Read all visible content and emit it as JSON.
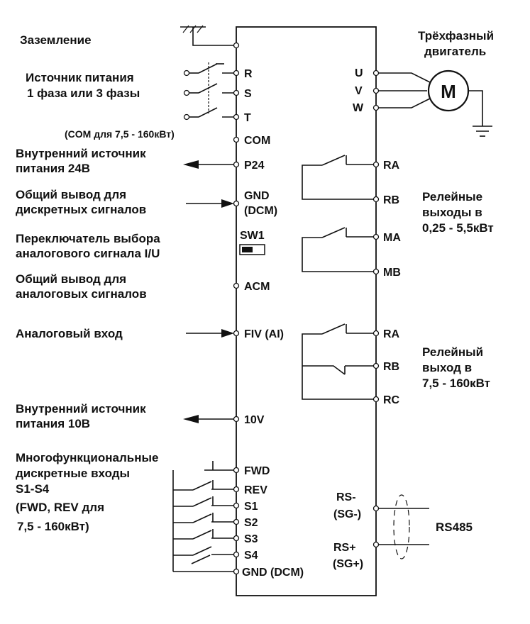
{
  "colors": {
    "line": "#111111",
    "background": "#ffffff"
  },
  "left_labels": {
    "ground": "Заземление",
    "power_1": "Источник питания",
    "power_2": "1 фаза или 3 фазы",
    "com_note": "(COM для 7,5 - 160кВт)",
    "p24_1": "Внутренний источник",
    "p24_2": "питания 24В",
    "gnd_1": "Общий вывод для",
    "gnd_2": "дискретных сигналов",
    "sw_1": "Переключатель выбора",
    "sw_2": "аналогового сигнала I/U",
    "acm_1": "Общий вывод для",
    "acm_2": "аналоговых сигналов",
    "ai": "Аналоговый вход",
    "v10_1": "Внутренний источник",
    "v10_2": "питания 10В",
    "di_1": "Многофункциональные",
    "di_2": "дискретные входы",
    "di_3": "S1-S4",
    "di_4": "(FWD, REV для",
    "di_5": "7,5 - 160кВт)"
  },
  "right_labels": {
    "motor_1": "Трёхфазный",
    "motor_2": "двигатель",
    "motor_symbol": "M",
    "relay1_1": "Релейные",
    "relay1_2": "выходы в",
    "relay1_3": "0,25 - 5,5кВт",
    "relay2_1": "Релейный",
    "relay2_2": "выход  в",
    "relay2_3": "7,5 - 160кВт",
    "rs485": "RS485"
  },
  "terminals_left": {
    "R": "R",
    "S": "S",
    "T": "T",
    "COM": "COM",
    "P24": "P24",
    "GND": "GND",
    "DCM": "(DCM)",
    "SW1": "SW1",
    "ACM": "ACM",
    "FIV": "FIV (AI)",
    "V10": "10V",
    "FWD": "FWD",
    "REV": "REV",
    "S1": "S1",
    "S2": "S2",
    "S3": "S3",
    "S4": "S4",
    "GND_DCM": "GND (DCM)"
  },
  "terminals_right": {
    "U": "U",
    "V": "V",
    "W": "W",
    "RA1": "RA",
    "RB1": "RB",
    "MA": "MA",
    "MB": "MB",
    "RA2": "RA",
    "RB2": "RB",
    "RC": "RC",
    "RSm": "RS-",
    "SGm": "(SG-)",
    "RSp": "RS+",
    "SGp": "(SG+)"
  }
}
